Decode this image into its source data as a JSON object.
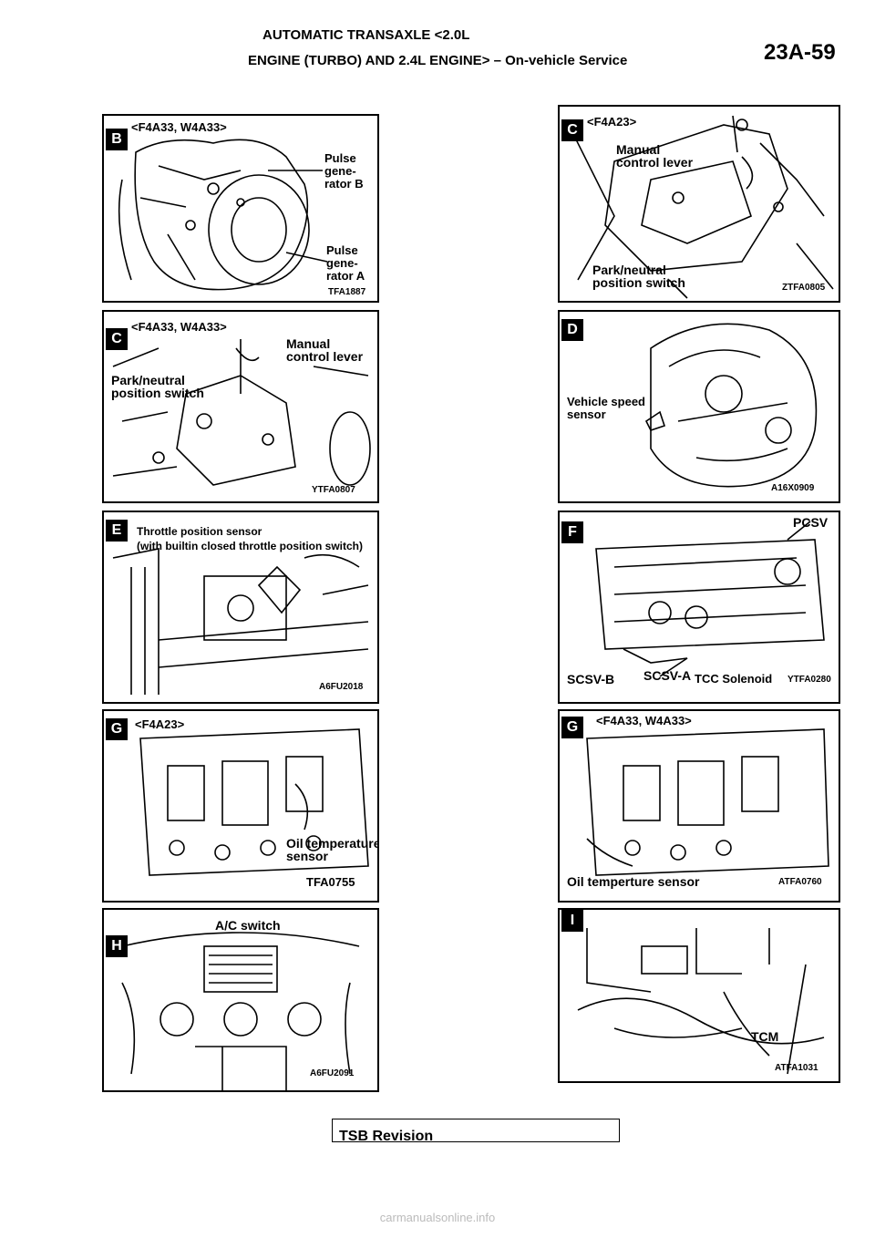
{
  "header": {
    "line1": "AUTOMATIC TRANSAXLE <2.0L",
    "line2": "ENGINE (TURBO) AND 2.4L ENGINE> – On-vehicle Service",
    "page_number": "23A-59"
  },
  "panels": {
    "b": {
      "letter": "B",
      "model": "<F4A33, W4A33>",
      "label_top": "Pulse\ngene-\nrator B",
      "label_bottom": "Pulse\ngene-\nrator A",
      "code": "TFA1887"
    },
    "c1": {
      "letter": "C",
      "model": "<F4A23>",
      "label_lever": "Manual\ncontrol lever",
      "label_switch": "Park/neutral\nposition switch",
      "code": "ZTFA0805"
    },
    "c2": {
      "letter": "C",
      "model": "<F4A33, W4A33>",
      "label_lever": "Manual\ncontrol lever",
      "label_switch": "Park/neutral\nposition switch",
      "code": "YTFA0807"
    },
    "d": {
      "letter": "D",
      "label": "Vehicle speed\nsensor",
      "code": "A16X0909"
    },
    "e": {
      "letter": "E",
      "title": "Throttle position sensor",
      "subtitle": "(with builtin closed throttle position switch)",
      "code": "A6FU2018"
    },
    "f": {
      "letter": "F",
      "pcsv": "PCSV",
      "scsv_b": "SCSV-B",
      "scsv_a": "SCSV-A",
      "tcc": "TCC Solenoid",
      "code": "YTFA0280"
    },
    "g1": {
      "letter": "G",
      "model": "<F4A23>",
      "label": "Oil temperature\nsensor",
      "code": "TFA0755"
    },
    "g2": {
      "letter": "G",
      "model": "<F4A33, W4A33>",
      "label": "Oil temperture sensor",
      "code": "ATFA0760"
    },
    "h": {
      "letter": "H",
      "label": "A/C switch",
      "code": "A6FU2091"
    },
    "i": {
      "letter": "I",
      "label": "TCM",
      "code": "ATFA1031"
    }
  },
  "footer": {
    "tsb": "TSB Revision",
    "watermark": "carmanualsonline.info"
  }
}
